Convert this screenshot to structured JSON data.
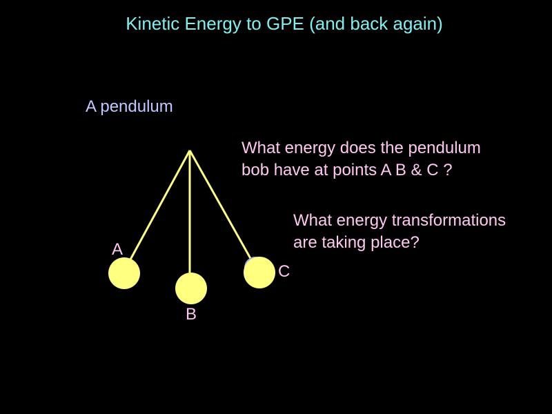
{
  "slide": {
    "title": "Kinetic Energy to GPE (and back again)",
    "subtitle": "A pendulum",
    "question1_line1": "What energy does the pendulum",
    "question1_line2": "bob have at points A B & C ?",
    "question2_line1": "What energy transformations",
    "question2_line2": "are taking place?"
  },
  "diagram": {
    "labels": {
      "a": "A",
      "b": "B",
      "c": "C"
    },
    "colors": {
      "string": "#ffff80",
      "bob": "#ffff80",
      "title": "#7ff0f0",
      "text": "#ffc8f0"
    }
  }
}
